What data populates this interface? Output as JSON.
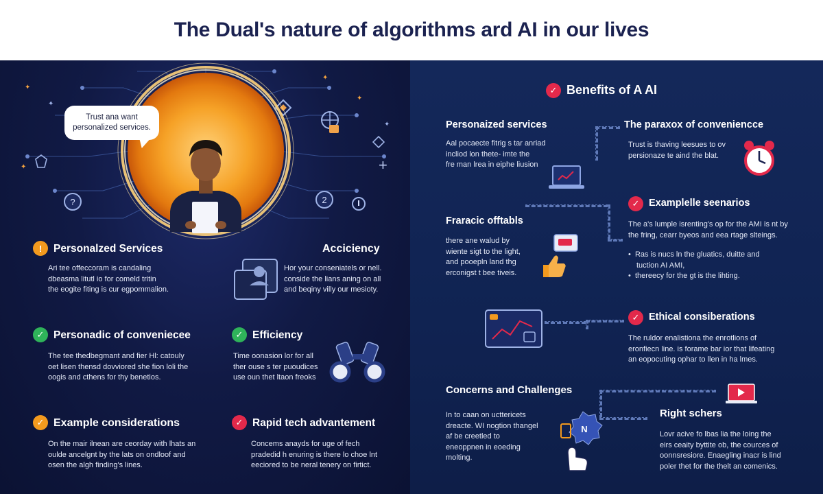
{
  "header": {
    "title": "The  Dual's nature of algorithms ard AI in our lives"
  },
  "left": {
    "bubble": {
      "line1": "Trust ana want",
      "line2": "personalized services."
    },
    "sections": [
      {
        "id": "personalized-services",
        "title": "Personalzed Services",
        "badge": "!",
        "badge_color": "#f39a1e",
        "lines": [
          "Ari tee offeccoram is candaling",
          "dbeasma litutl io for comeld tritin",
          "the eogite fiting is cur egpommalion."
        ]
      },
      {
        "id": "acciciency",
        "title": "Acciciency",
        "lines": [
          "Hor your conseniatels or nell.",
          "conside the lians aning on all",
          "and beqiny villy our mesioty."
        ]
      },
      {
        "id": "personadic-of-convenience",
        "title": "Personadic of conveniecee",
        "badge": "✓",
        "badge_color": "#2fb35a",
        "lines": [
          "The tee thedbegmant and fier Hl: catouly",
          "oet lisen thensd dovviored she fion loli the",
          "oogis and cthens for thy benetios."
        ]
      },
      {
        "id": "efficiency",
        "title": "Efficiency",
        "badge": "✓",
        "badge_color": "#2fb35a",
        "lines": [
          "Time oonasion lor for all",
          "ther ouse s ter puoudices",
          "use oun thet ltaon freoks"
        ]
      },
      {
        "id": "example-considerations",
        "title": "Example considerations",
        "badge": "✓",
        "badge_color": "#f39a1e",
        "lines": [
          "On the mair ilnean are ceorday with lhats an",
          "oulde ancelgnt by the lats on ondloof and",
          "osen the algh finding's lines."
        ]
      },
      {
        "id": "rapid-tech-advantement",
        "title": "Rapid tech advantement",
        "badge": "✓",
        "badge_color": "#e3294b",
        "lines": [
          "Concems anayds for uge of fech",
          "pradedid h enuring is there lo choe lnt",
          "eeciored to be neral tenery on firtict."
        ]
      }
    ]
  },
  "right": {
    "benefits_title": "Benefits of A AI",
    "sections": [
      {
        "id": "personaized-services",
        "title": "Personaized services",
        "lines": [
          "Aal pocaecte fitrig s tar anriad",
          "incliod lon thete- imte the",
          "fre man lrea in eiphe liusion"
        ]
      },
      {
        "id": "paraxox-of-convenience",
        "title": "The paraxox of conveniencce",
        "lines": [
          "Trust is thaving leesues to ov",
          "persionaze te aind the blat."
        ]
      },
      {
        "id": "examplelle-seenarios",
        "title": "Examplelle seenarios",
        "badge": "✓",
        "badge_color": "#e3294b",
        "lines": [
          "The a's lumple isrenting's op for the AMI is nt by",
          "the fring, cearr byeos and eea rtage slteings."
        ],
        "bullets": [
          "Ras is nucs ln the gluatics, duitte and",
          "tuction AI AMI,",
          "thereecy for the gt is the lihting."
        ]
      },
      {
        "id": "fraracic-offtabls",
        "title": "Fraracic offtabls",
        "lines": [
          "there ane walud by",
          "wiente sigt to the light,",
          "and pooepln land thg",
          "erconigst t bee tiveis."
        ]
      },
      {
        "id": "ethical-consiberations",
        "title": "Ethical consiberations",
        "badge": "✓",
        "badge_color": "#e3294b",
        "lines": [
          "The ruldor enalistiona the enrotlions of",
          "eronfiecn line. is forame bar ior that lifeating",
          "an eopocuting ophar to llen in ha lmes."
        ]
      },
      {
        "id": "concerns-and-challenges",
        "title": "Concerns and Challenges",
        "lines": [
          "In to caan on ucttericets",
          "dreacte. WI nogtion thangel",
          "af be creetled to",
          "eneoppnen in eoeding",
          "molting."
        ]
      },
      {
        "id": "right-schers",
        "title": "Right schers",
        "lines": [
          "Lovr acive fo lbas lia the loing the",
          "eirs ceaity byttite ob, the cources of",
          "oonnsresiore. Enaegling inacr is lind",
          "poler thet for the thelt an comenics."
        ]
      }
    ]
  },
  "colors": {
    "accent_orange": "#f39a1e",
    "accent_green": "#2fb35a",
    "accent_red": "#e3294b",
    "navy": "#1b2250"
  }
}
